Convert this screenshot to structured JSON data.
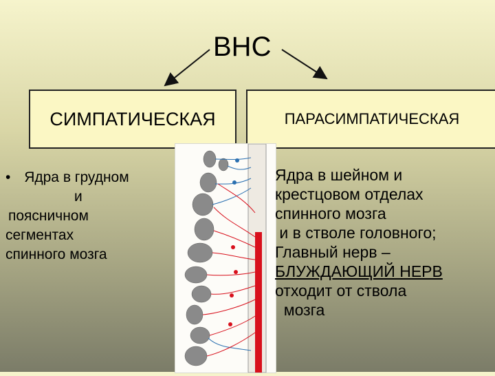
{
  "title": "ВНС",
  "sympathetic": {
    "header": "СИМПАТИЧЕСКАЯ",
    "bullet": "•",
    "lines": [
      "Ядра в грудном",
      "и",
      "поясничном",
      "сегментах",
      "спинного мозга"
    ]
  },
  "parasympathetic": {
    "header": "ПАРАСИМПАТИЧЕСКАЯ",
    "lines": [
      "Ядра в шейном и",
      "крестцовом отделах",
      "спинного мозга",
      " и в стволе головного;",
      "Главный нерв –",
      "БЛУЖДАЮЩИЙ НЕРВ",
      "отходит от ствола",
      "  мозга"
    ]
  },
  "colors": {
    "background_top": "#f6f4cc",
    "background_bottom": "#7b7c68",
    "box_fill": "#fbf7c4",
    "spinal_red": "#d8101c",
    "nerve_blue": "#2a6fb0"
  }
}
